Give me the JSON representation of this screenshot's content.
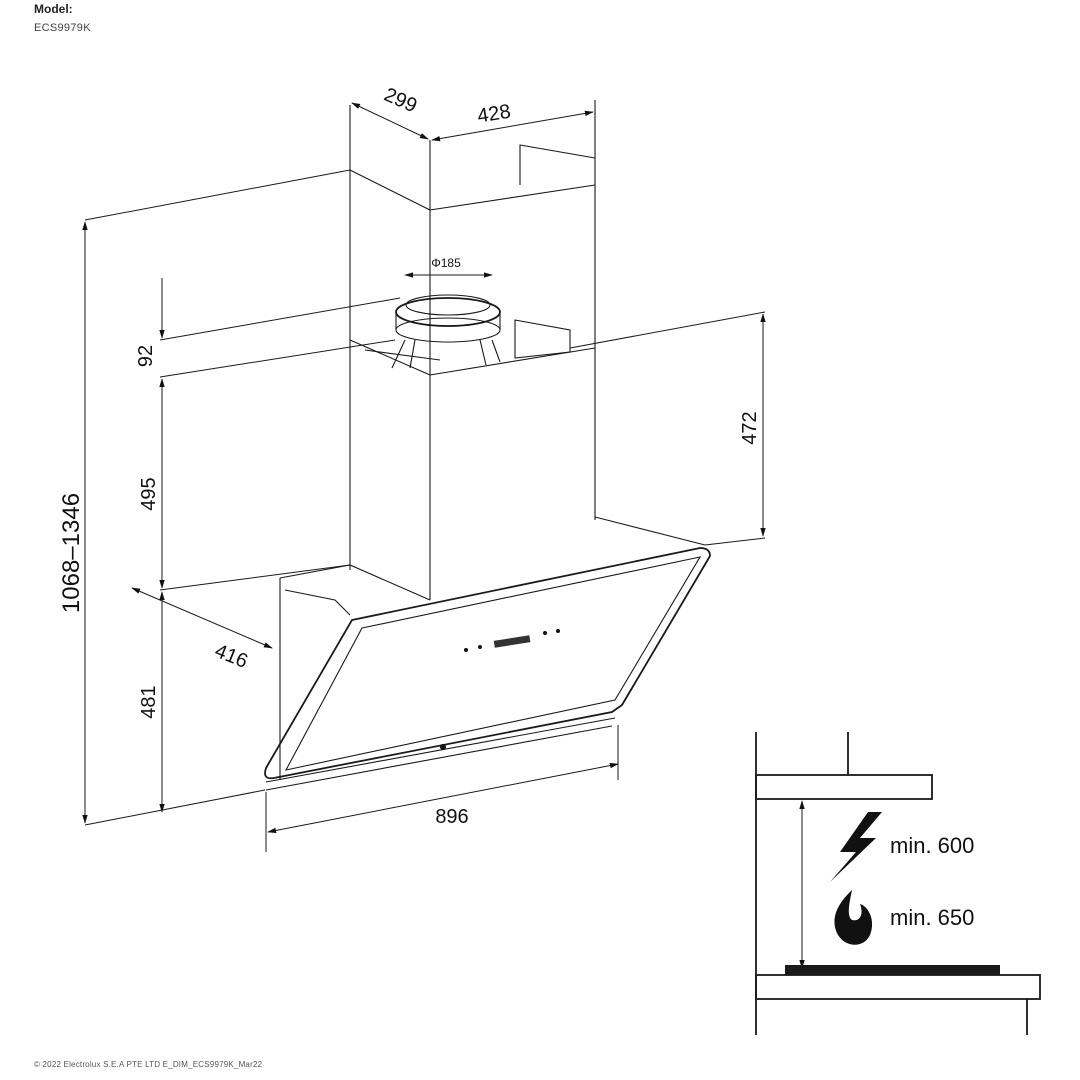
{
  "header": {
    "label": "Model:",
    "code": "ECS9979K"
  },
  "dimensions": {
    "depth_top": "299",
    "width_chimney": "428",
    "duct_diameter": "Φ185",
    "collar_height": "92",
    "upper_chimney": "495",
    "total_height": "1068–1346",
    "chimney_to_canopy": "472",
    "canopy_depth": "416",
    "canopy_height": "481",
    "canopy_width": "896"
  },
  "clearance": {
    "electric_label": "min. 600",
    "gas_label": "min. 650",
    "electric_icon": "lightning-icon",
    "gas_icon": "flame-icon"
  },
  "footer": {
    "text": "© 2022 Electrolux S.E.A PTE LTD E_DIM_ECS9979K_Mar22"
  }
}
